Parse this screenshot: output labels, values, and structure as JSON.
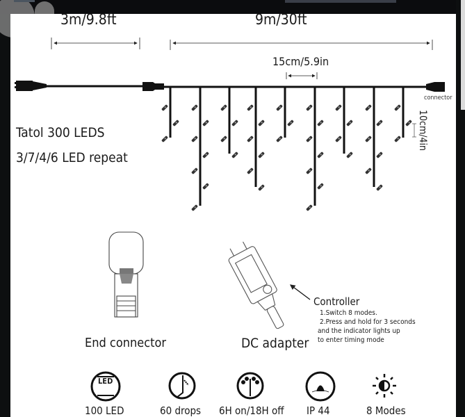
{
  "dimensions": {
    "lead_length": "3m/9.8ft",
    "total_length": "9m/30ft",
    "drop_spacing": "15cm/5.9in",
    "led_spacing": "10cm/4in",
    "connector_label": "connector"
  },
  "product": {
    "title": "Tatol 300 LEDS",
    "pattern": "3/7/4/6 LED repeat",
    "drop_led_counts": [
      3,
      7,
      4,
      6,
      3,
      7,
      4,
      6,
      3
    ]
  },
  "components": {
    "end_connector_label": "End connector",
    "dc_adapter_label": "DC adapter",
    "controller": {
      "title": "Controller",
      "lines": [
        "1.Switch 8 modes.",
        "2.Press and hold for 3 seconds",
        "and the indicator lights up",
        "to enter timing mode"
      ]
    }
  },
  "features": [
    {
      "icon": "led-icon",
      "icon_text": "LED",
      "label": "100 LED"
    },
    {
      "icon": "drops-icon",
      "label": "60 drops"
    },
    {
      "icon": "timer-gauge-icon",
      "label": "6H on/18H off"
    },
    {
      "icon": "waterproof-icon",
      "label": "IP 44"
    },
    {
      "icon": "brightness-modes-icon",
      "label": "8 Modes"
    }
  ],
  "colors": {
    "background": "#ffffff",
    "ink": "#1a1a1a",
    "frame": "#0d0f10"
  }
}
